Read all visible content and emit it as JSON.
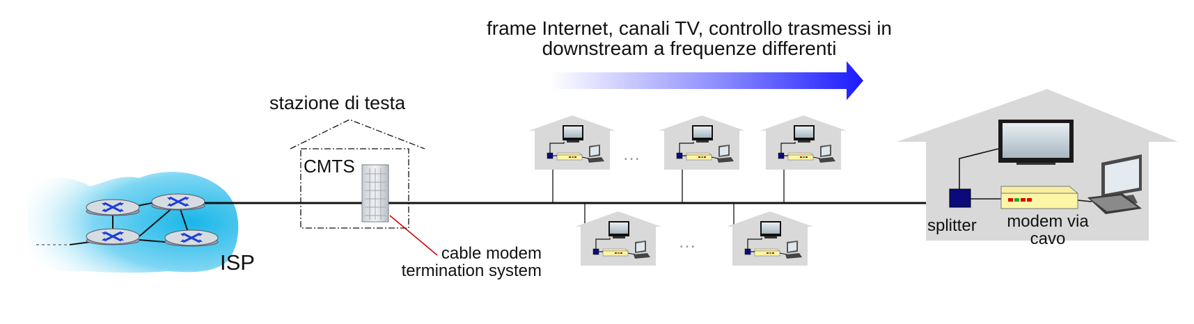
{
  "banner": {
    "line1": "frame Internet, canali TV, controllo trasmessi in",
    "line2": "downstream a frequenze differenti"
  },
  "headend": {
    "title": "stazione di testa",
    "device": "CMTS",
    "callout_line1": "cable modem",
    "callout_line2": "termination system"
  },
  "isp": {
    "label": "ISP"
  },
  "home": {
    "splitter": "splitter",
    "modem_line1": "modem via",
    "modem_line2": "cavo"
  },
  "ellipsis": "…",
  "colors": {
    "isp_cloud": "#19b6e8",
    "arrow": "#1a1aff",
    "house": "#d9d9d9",
    "splitter": "#0a0a7a",
    "modem": "#fdf6a6",
    "callout": "#cc0000"
  }
}
